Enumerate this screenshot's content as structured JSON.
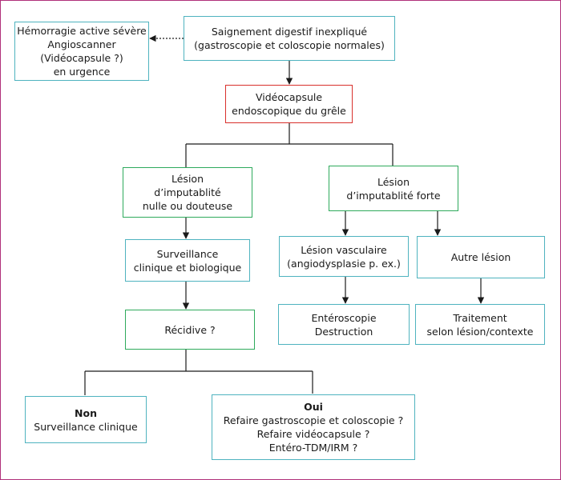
{
  "nodes": {
    "hemorrhage": {
      "lines": [
        "Hémorragie active sévère",
        "Angioscanner",
        "(Vidéocapsule ?)",
        "en urgence"
      ]
    },
    "start": {
      "lines": [
        "Saignement digestif inexpliqué",
        "(gastroscopie et coloscopie normales)"
      ]
    },
    "capsule": {
      "lines": [
        "Vidéocapsule",
        "endoscopique du grêle"
      ]
    },
    "lesion_low": {
      "lines": [
        "Lésion",
        "d’imputablité",
        "nulle ou douteuse"
      ]
    },
    "lesion_high": {
      "lines": [
        "Lésion",
        "d’imputablité forte"
      ]
    },
    "surveillance": {
      "lines": [
        "Surveillance",
        "clinique et biologique"
      ]
    },
    "vascular": {
      "lines": [
        "Lésion vasculaire",
        "(angiodysplasie p. ex.)"
      ]
    },
    "other": {
      "lines": [
        "Autre lésion"
      ]
    },
    "recidive": {
      "lines": [
        "Récidive ?"
      ]
    },
    "enteroscopy": {
      "lines": [
        "Entéroscopie",
        "Destruction"
      ]
    },
    "treatment": {
      "lines": [
        "Traitement",
        "selon lésion/contexte"
      ]
    },
    "non": {
      "title": "Non",
      "lines": [
        "Surveillance clinique"
      ]
    },
    "oui": {
      "title": "Oui",
      "lines": [
        "Refaire gastroscopie et coloscopie ?",
        "Refaire vidéocapsule ?",
        "Entéro-TDM/IRM ?"
      ]
    }
  },
  "colors": {
    "teal": "#4fb3bf",
    "green": "#2eaa5c",
    "red": "#d9302c",
    "frame": "#b0307a"
  }
}
